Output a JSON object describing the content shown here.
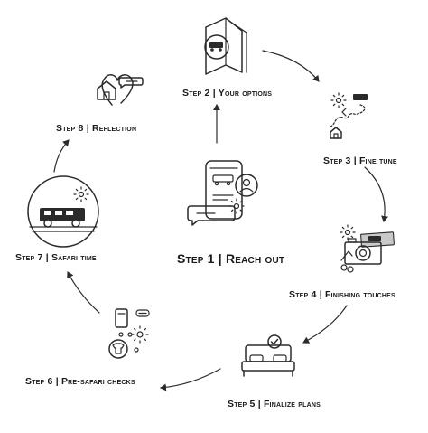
{
  "steps": [
    {
      "id": 1,
      "label": "Step 1 | Reach out"
    },
    {
      "id": 2,
      "label": "Step 2 | Your options"
    },
    {
      "id": 3,
      "label": "Step 3 | Fine tune"
    },
    {
      "id": 4,
      "label": "Step 4 | Finishing touches"
    },
    {
      "id": 5,
      "label": "Step 5 | Finalize plans"
    },
    {
      "id": 6,
      "label": "Step 6 | Pre-safari checks"
    },
    {
      "id": 7,
      "label": "Step 7 | Safari time"
    },
    {
      "id": 8,
      "label": "Step 8 | Reflection"
    }
  ],
  "icons": [
    "phone-chat-icon",
    "brochure-icon",
    "route-map-icon",
    "camera-photos-icon",
    "bed-icon",
    "checklist-icon",
    "safari-vehicle-icon",
    "heart-home-icon"
  ]
}
